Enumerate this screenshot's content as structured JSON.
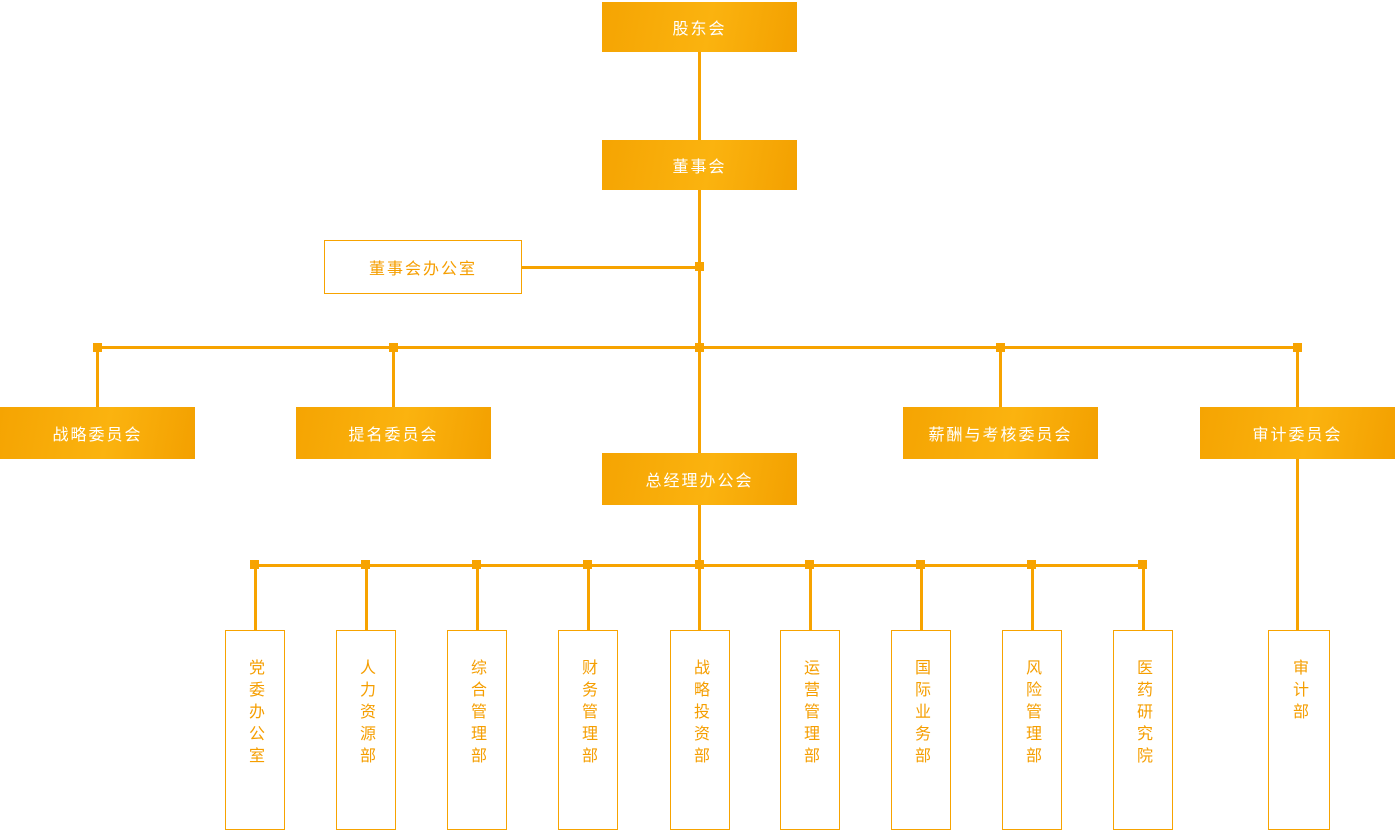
{
  "org_chart": {
    "shareholders": "股东会",
    "board": "董事会",
    "board_office": "董事会办公室",
    "committees": [
      {
        "label": "战略委员会"
      },
      {
        "label": "提名委员会"
      },
      {
        "label": "薪酬与考核委员会"
      },
      {
        "label": "审计委员会"
      }
    ],
    "gm_office": "总经理办公会",
    "departments": [
      {
        "label": "党委办公室"
      },
      {
        "label": "人力资源部"
      },
      {
        "label": "综合管理部"
      },
      {
        "label": "财务管理部"
      },
      {
        "label": "战略投资部"
      },
      {
        "label": "运营管理部"
      },
      {
        "label": "国际业务部"
      },
      {
        "label": "风险管理部"
      },
      {
        "label": "医药研究院"
      }
    ],
    "audit_department": "审计部"
  },
  "colors": {
    "accent": "#F7A300",
    "accent_text": "#F59E00",
    "box_fill_start": "#F5A402",
    "box_fill_mid": "#FBB30F",
    "box_fill_end": "#F3A000",
    "text_on_fill": "#FFFFFF"
  }
}
